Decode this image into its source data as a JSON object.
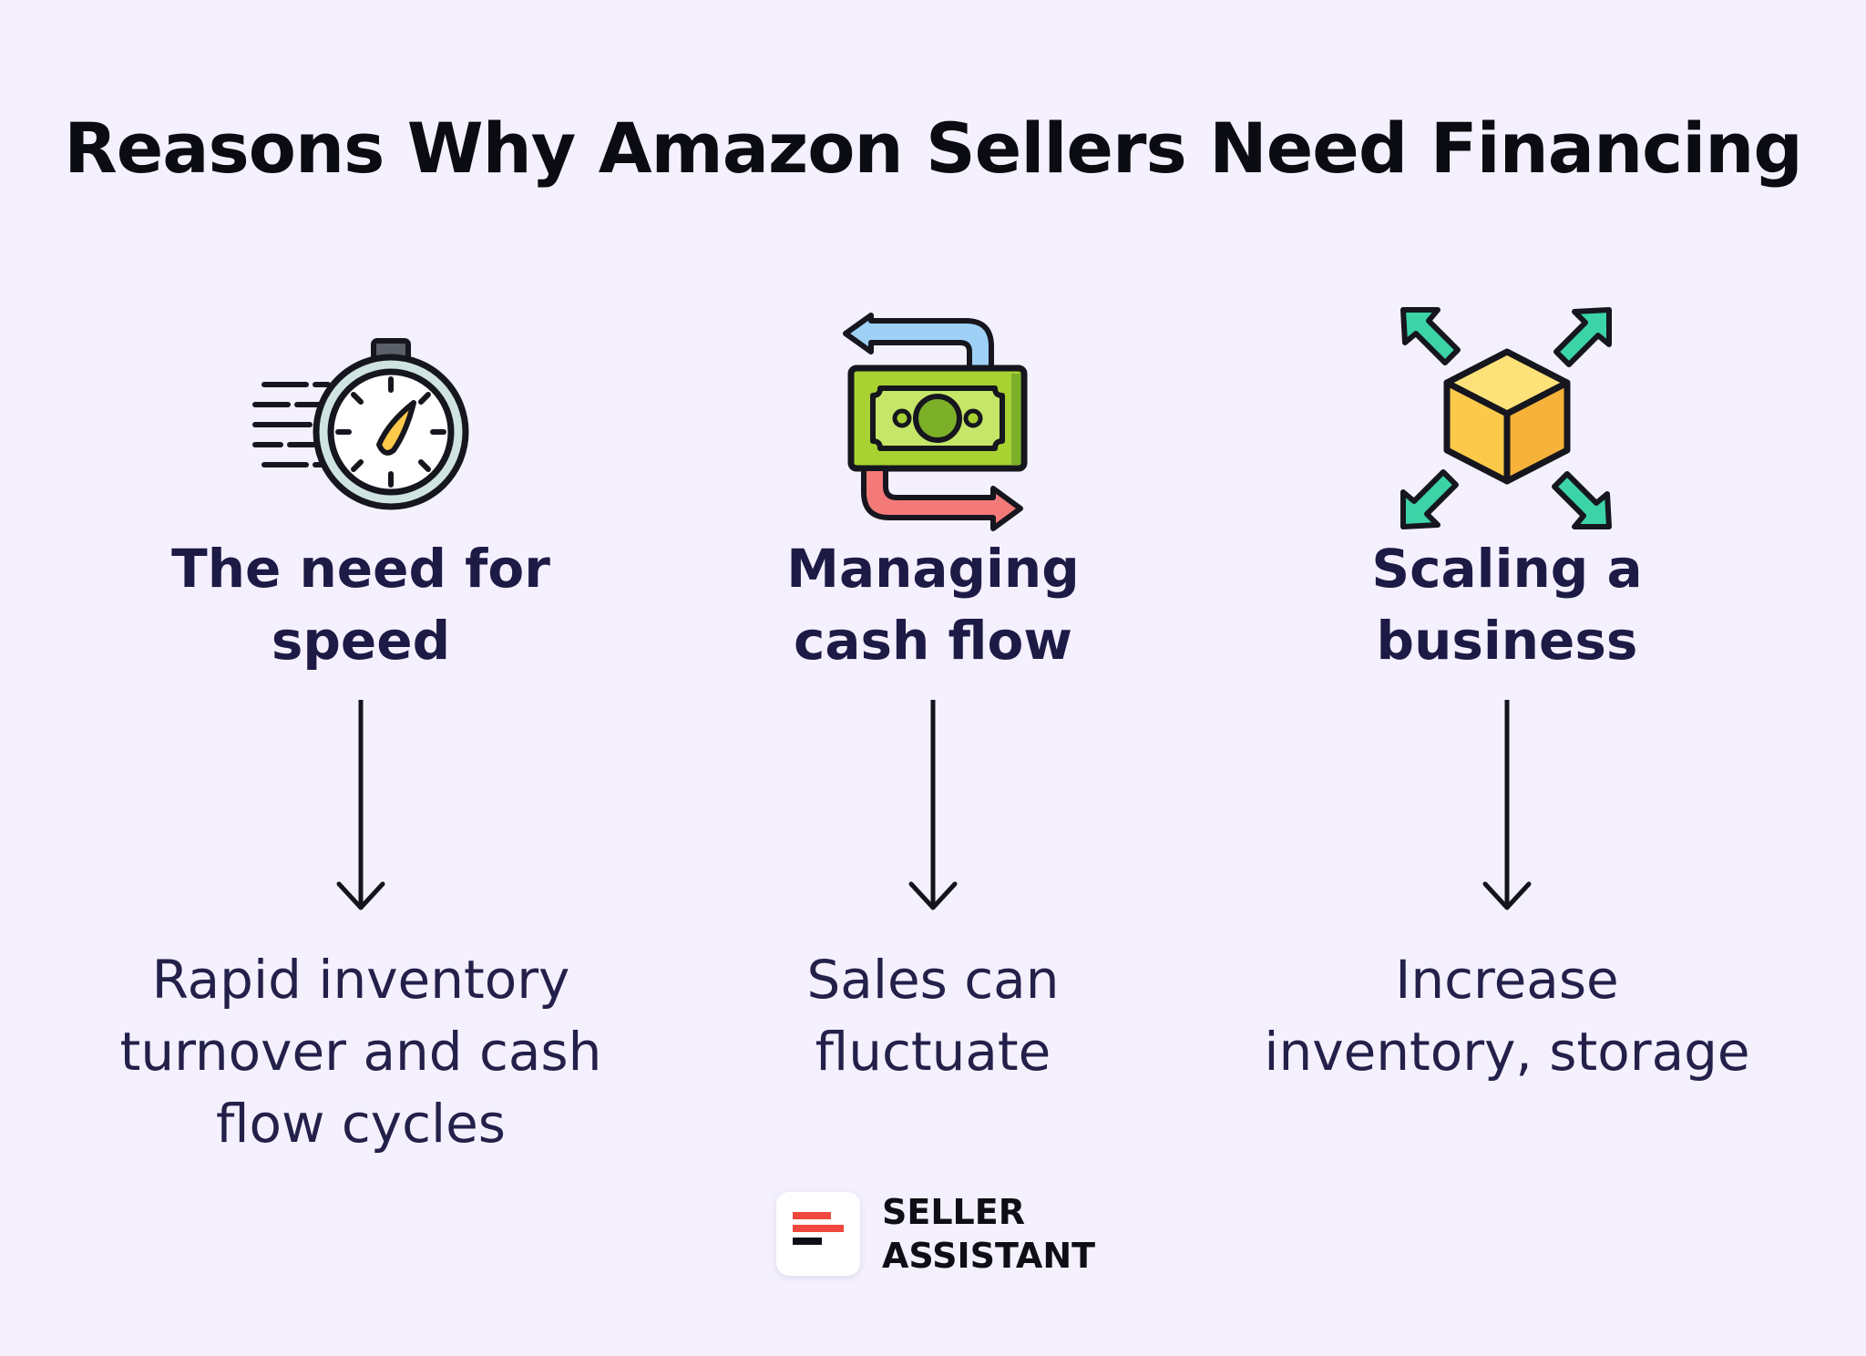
{
  "title": "Reasons Why Amazon Sellers Need Financing",
  "columns": [
    {
      "icon": "stopwatch-speed-icon",
      "heading_lines": [
        "The need for",
        "speed"
      ],
      "description_lines": [
        "Rapid inventory",
        "turnover and cash",
        "flow cycles"
      ]
    },
    {
      "icon": "cash-flow-arrows-icon",
      "heading_lines": [
        "Managing",
        "cash flow"
      ],
      "description_lines": [
        "Sales can",
        "fluctuate"
      ]
    },
    {
      "icon": "box-expand-arrows-icon",
      "heading_lines": [
        "Scaling a",
        "business"
      ],
      "description_lines": [
        "Increase",
        "inventory, storage"
      ]
    }
  ],
  "logo": {
    "lines": [
      "SELLER",
      "ASSISTANT"
    ],
    "icon": "seller-assistant-logo-icon"
  },
  "colors": {
    "background": "#f4f0fd",
    "heading": "#1d1a46",
    "money_green": "#a8d232",
    "arrow_blue": "#9fd0f5",
    "arrow_red": "#f47a7a",
    "box_yellow": "#fcc94a",
    "arrow_teal": "#3cd4a6",
    "logo_red": "#f0483e"
  }
}
